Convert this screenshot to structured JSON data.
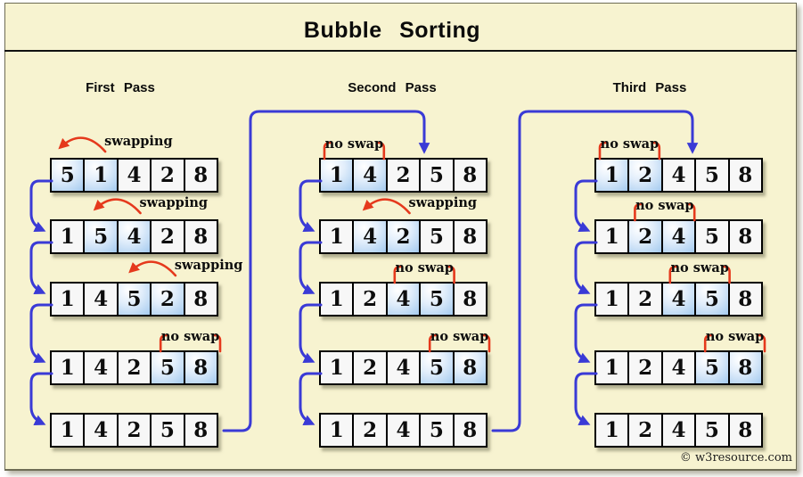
{
  "title": "Bubble Sorting",
  "watermark": "© w3resource.com",
  "colors": {
    "background": "#f7f3d0",
    "frame_border": "#6e6c55",
    "cell_fill": "#f7f7f7",
    "cell_border": "#000000",
    "highlight_blue": "#a9cdf0",
    "accent_blue": "#3a3ad6",
    "accent_red": "#e5391c",
    "text_black": "#0d0d0d"
  },
  "passes": [
    {
      "label": "First Pass",
      "rows": [
        {
          "cells": [
            5,
            1,
            4,
            2,
            8
          ],
          "highlight": [
            0,
            1
          ],
          "annotation": {
            "kind": "swap",
            "label": "swapping",
            "cells": [
              0,
              1
            ]
          }
        },
        {
          "cells": [
            1,
            5,
            4,
            2,
            8
          ],
          "highlight": [
            1,
            2
          ],
          "annotation": {
            "kind": "swap",
            "label": "swapping",
            "cells": [
              1,
              2
            ]
          }
        },
        {
          "cells": [
            1,
            4,
            5,
            2,
            8
          ],
          "highlight": [
            2,
            3
          ],
          "annotation": {
            "kind": "swap",
            "label": "swapping",
            "cells": [
              2,
              3
            ]
          }
        },
        {
          "cells": [
            1,
            4,
            2,
            5,
            8
          ],
          "highlight": [
            3,
            4
          ],
          "annotation": {
            "kind": "noswap",
            "label": "no swap",
            "cells": [
              3,
              4
            ]
          }
        },
        {
          "cells": [
            1,
            4,
            2,
            5,
            8
          ],
          "highlight": [],
          "annotation": null
        }
      ]
    },
    {
      "label": "Second Pass",
      "rows": [
        {
          "cells": [
            1,
            4,
            2,
            5,
            8
          ],
          "highlight": [
            0,
            1
          ],
          "annotation": {
            "kind": "noswap",
            "label": "no swap",
            "cells": [
              0,
              1
            ]
          }
        },
        {
          "cells": [
            1,
            4,
            2,
            5,
            8
          ],
          "highlight": [
            1,
            2
          ],
          "annotation": {
            "kind": "swap",
            "label": "swapping",
            "cells": [
              1,
              2
            ]
          }
        },
        {
          "cells": [
            1,
            2,
            4,
            5,
            8
          ],
          "highlight": [
            2,
            3
          ],
          "annotation": {
            "kind": "noswap",
            "label": "no swap",
            "cells": [
              2,
              3
            ]
          }
        },
        {
          "cells": [
            1,
            2,
            4,
            5,
            8
          ],
          "highlight": [
            3,
            4
          ],
          "annotation": {
            "kind": "noswap",
            "label": "no swap",
            "cells": [
              3,
              4
            ]
          }
        },
        {
          "cells": [
            1,
            2,
            4,
            5,
            8
          ],
          "highlight": [],
          "annotation": null
        }
      ]
    },
    {
      "label": "Third Pass",
      "rows": [
        {
          "cells": [
            1,
            2,
            4,
            5,
            8
          ],
          "highlight": [
            0,
            1
          ],
          "annotation": {
            "kind": "noswap",
            "label": "no swap",
            "cells": [
              0,
              1
            ]
          }
        },
        {
          "cells": [
            1,
            2,
            4,
            5,
            8
          ],
          "highlight": [
            1,
            2
          ],
          "annotation": {
            "kind": "noswap",
            "label": "no swap",
            "cells": [
              1,
              2
            ]
          }
        },
        {
          "cells": [
            1,
            2,
            4,
            5,
            8
          ],
          "highlight": [
            2,
            3
          ],
          "annotation": {
            "kind": "noswap",
            "label": "no swap",
            "cells": [
              2,
              3
            ]
          }
        },
        {
          "cells": [
            1,
            2,
            4,
            5,
            8
          ],
          "highlight": [
            3,
            4
          ],
          "annotation": {
            "kind": "noswap",
            "label": "no swap",
            "cells": [
              3,
              4
            ]
          }
        },
        {
          "cells": [
            1,
            2,
            4,
            5,
            8
          ],
          "highlight": [],
          "annotation": null
        }
      ]
    }
  ]
}
